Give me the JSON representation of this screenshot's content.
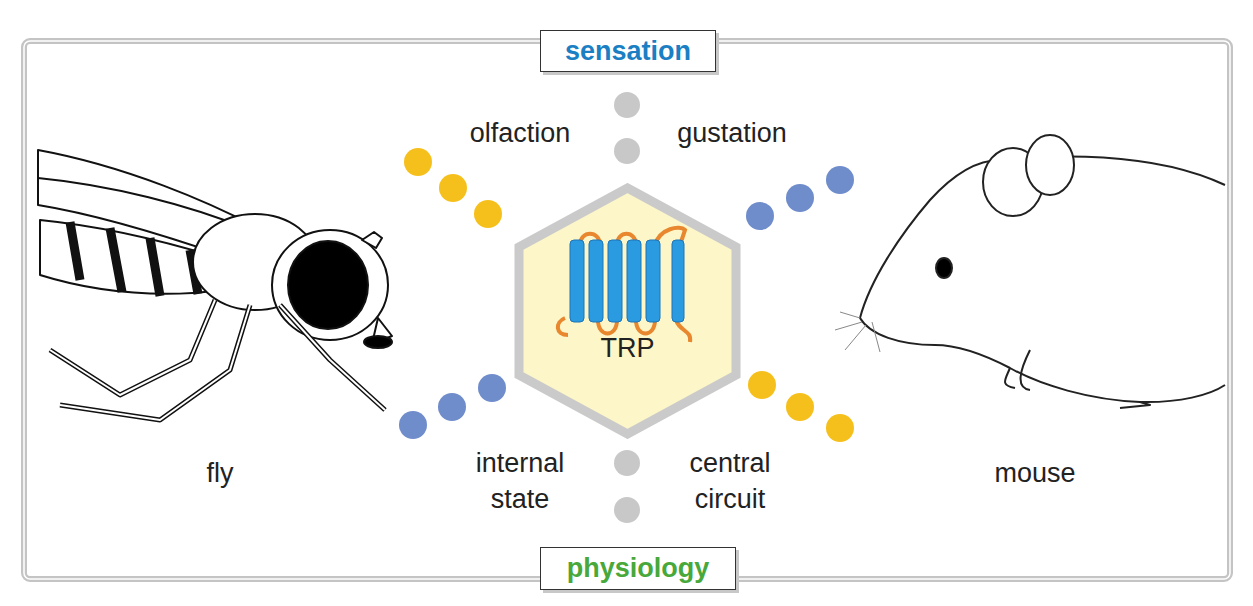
{
  "diagram": {
    "nodes": [
      {
        "text": [
          "sensation"
        ]
      },
      {
        "text": [
          "TRP"
        ]
      },
      {
        "text": [
          "physiology"
        ]
      }
    ],
    "labels": [
      "olfaction",
      "gustation",
      "fly",
      "internal state",
      "central circuit",
      "mouse"
    ]
  }
}
